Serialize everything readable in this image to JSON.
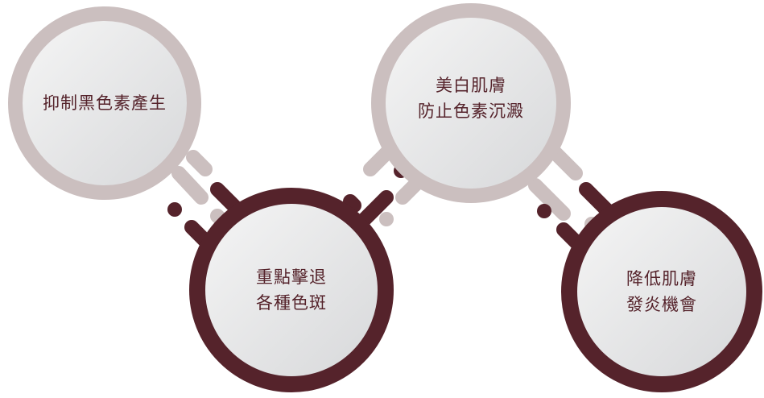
{
  "nodes": [
    {
      "lines": [
        "抑制黑色素產生"
      ],
      "style": "light"
    },
    {
      "lines": [
        "重點擊退",
        "各種色斑"
      ],
      "style": "dark"
    },
    {
      "lines": [
        "美白肌膚",
        "防止色素沉澱"
      ],
      "style": "light"
    },
    {
      "lines": [
        "降低肌膚",
        "發炎機會"
      ],
      "style": "dark"
    }
  ],
  "colors": {
    "dark": "#55232b",
    "light": "#cbbfbf"
  }
}
